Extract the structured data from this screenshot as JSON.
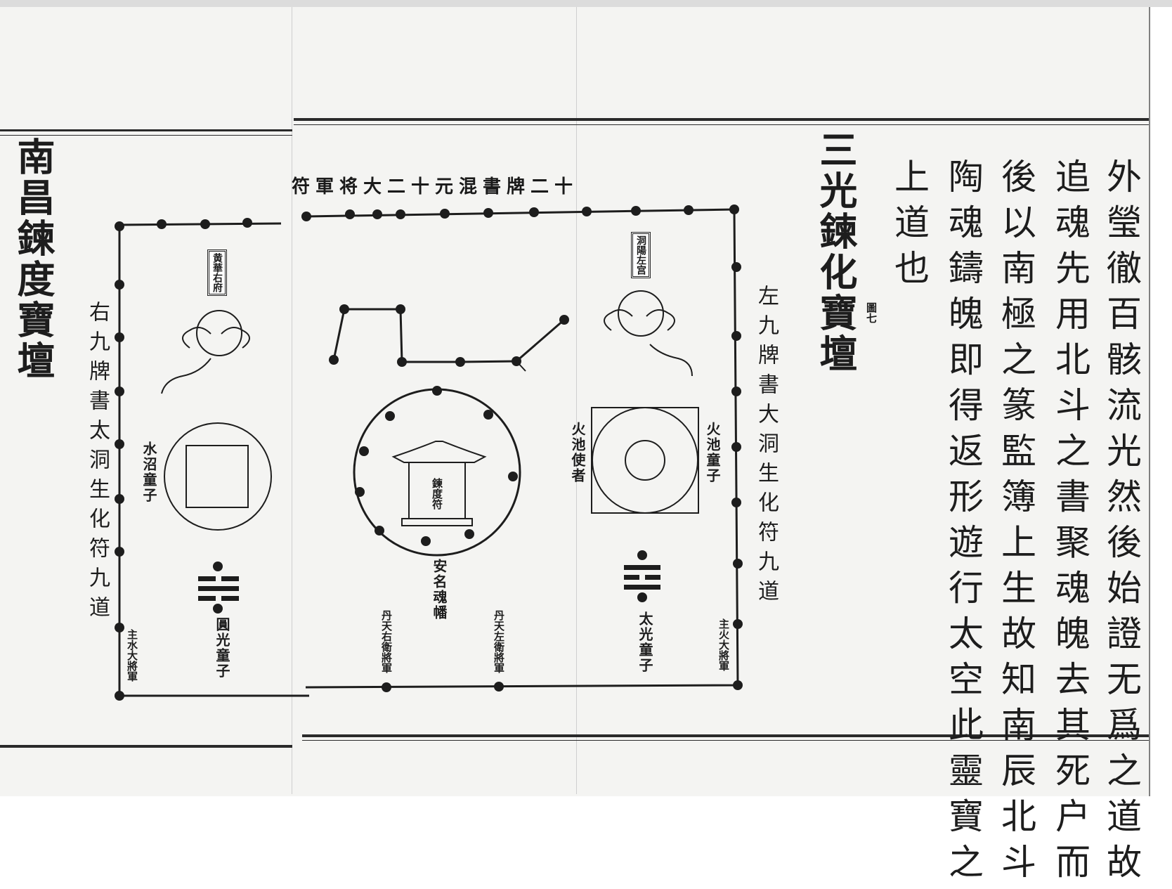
{
  "page": {
    "left_title": "南昌鍊度寶壇",
    "right_title": "三光鍊化寶壇",
    "figure_note": "圖七"
  },
  "body_text": {
    "columns": [
      "外瑩徹百骸流光然後始證无爲之道故",
      "追魂先用北斗之書聚魂魄去其死户而",
      "後以南極之篆監簿上生故知南辰北斗",
      "陶魂鑄魄即得返形遊行太空此靈寶之",
      "上道也"
    ]
  },
  "diagram": {
    "top_label": "十二牌書混元十二大将軍符",
    "right_side_label": "右九牌書太洞生化符九道",
    "left_side_label": "左九牌書大洞生化符九道",
    "plaque_right": "黄華右府",
    "plaque_left": "洞陽左宫",
    "water_pool_label": "水沼童子",
    "fire_pool_envoy": "火池使者",
    "fire_pool_boy": "火池童子",
    "shrine_inscription": "鍊度符",
    "soul_banner": "安名魂幡",
    "left_general_bottom": "主水大將軍",
    "right_general_bottom": "主火大將軍",
    "guard_right": "丹天右衛將軍",
    "guard_left": "丹天左衛將軍",
    "moon_boy": "圓光童子",
    "sun_boy": "太光童子",
    "trigram_left": "kan-trigram",
    "trigram_right": "li-trigram"
  },
  "colors": {
    "ink": "#1d1d1d",
    "paper": "#f4f4f2"
  }
}
